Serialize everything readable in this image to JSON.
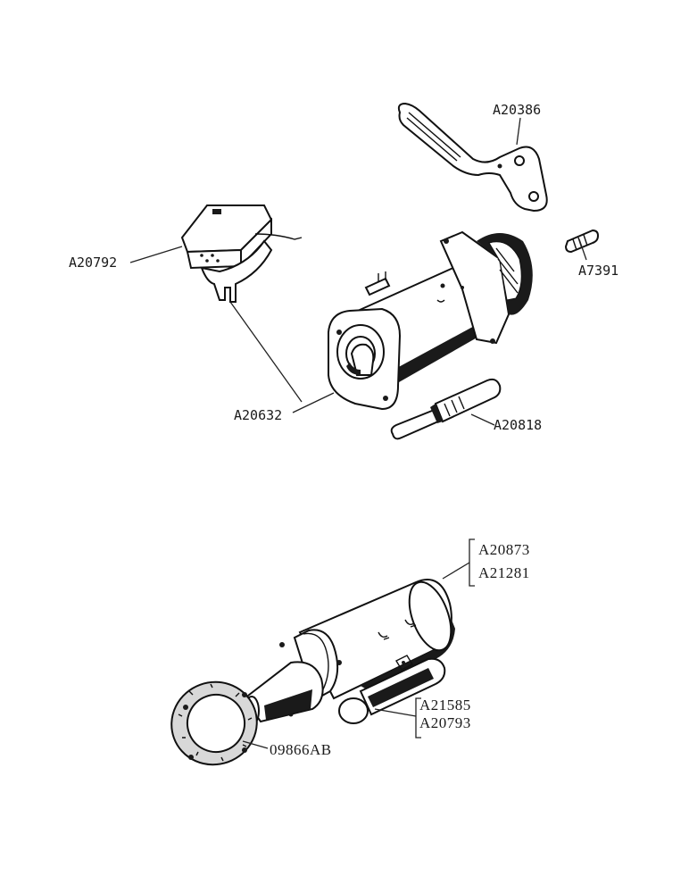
{
  "diagram": {
    "upper_group_labels": {
      "bracket": "A20386",
      "stud": "A7391",
      "cutout": "A20792",
      "generator": "A20632",
      "armature": "A20818"
    },
    "lower_group_labels": {
      "starter_a": "A20873",
      "starter_b": "A21281",
      "solenoid_a": "A21585",
      "solenoid_b": "A20793",
      "gasket": "09866AB"
    },
    "colors": {
      "ink": "#111111",
      "paper": "#ffffff"
    }
  }
}
